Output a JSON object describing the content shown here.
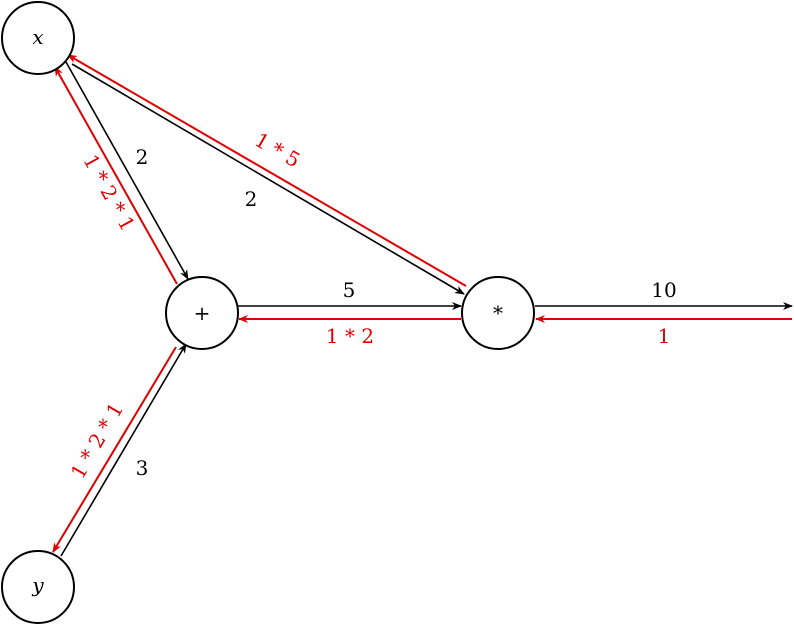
{
  "colors": {
    "forward": "#000000",
    "backward": "#e00000"
  },
  "nodes": {
    "x": "x",
    "y": "y",
    "plus": "+",
    "mul": "*"
  },
  "edges": {
    "x_to_plus": {
      "forward": "2",
      "backward": "1 * 2 * 1"
    },
    "x_to_mul": {
      "forward": "2",
      "backward": "1 * 5"
    },
    "y_to_plus": {
      "forward": "3",
      "backward": "1 * 2 * 1"
    },
    "plus_to_mul": {
      "forward": "5",
      "backward": "1 * 2"
    },
    "mul_to_out": {
      "forward": "10",
      "backward": "1"
    }
  }
}
